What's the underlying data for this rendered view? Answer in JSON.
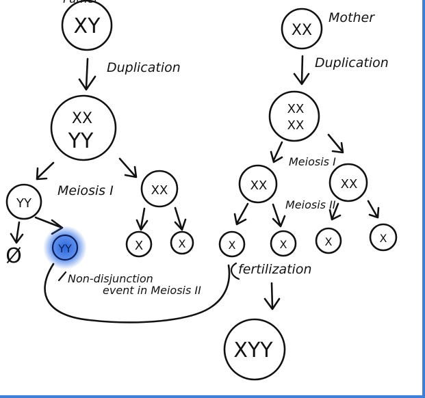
{
  "parents": {
    "father": {
      "label": "Father",
      "genotype": "XY"
    },
    "mother": {
      "label": "Mother",
      "genotype": "XX"
    }
  },
  "labels": {
    "duplication": "Duplication",
    "meiosis_1": "Meiosis I",
    "meiosis_2": "Meiosis II",
    "nondisjunction_line1": "Non-disjunction",
    "nondisjunction_line2": "event in Meiosis II",
    "fertilization": "fertilization"
  },
  "father_line": {
    "duplicated_top": "XX",
    "duplicated_bottom": "YY",
    "meiosis1_left": "YY",
    "meiosis1_right": "XX",
    "gamete_empty": "Ø",
    "gamete_yy": "YY",
    "gamete_x1": "X",
    "gamete_x2": "X"
  },
  "mother_line": {
    "duplicated_top": "XX",
    "duplicated_bottom": "XX",
    "meiosis1_left": "XX",
    "meiosis1_right": "XX",
    "gametes": [
      "X",
      "X",
      "X",
      "X"
    ]
  },
  "offspring": {
    "genotype": "XYY"
  },
  "colors": {
    "ink": "#111111",
    "highlight": "#1f5fd8",
    "frame": "#3f7fd6"
  }
}
